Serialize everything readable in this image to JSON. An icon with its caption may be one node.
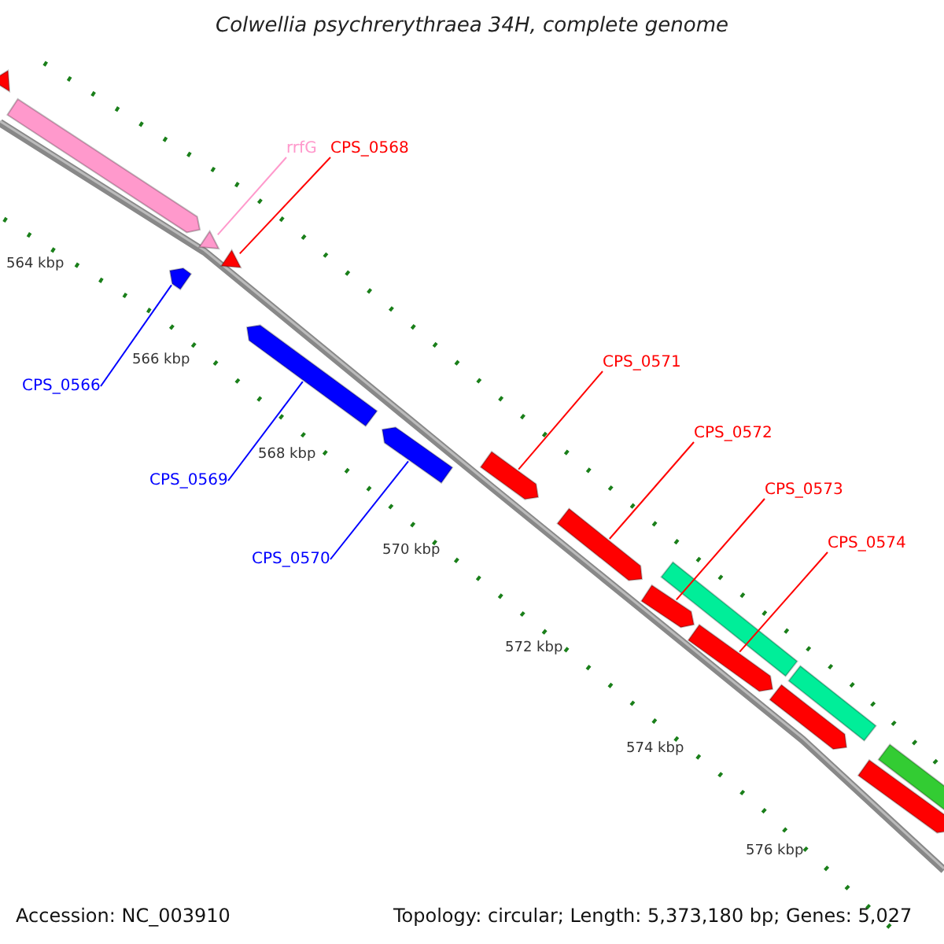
{
  "diagram": {
    "title": "Colwellia psychrerythraea 34H, complete genome",
    "nodes": [
      {
        "text": [
          "rrfG"
        ]
      },
      {
        "text": [
          "CPS_0568"
        ]
      },
      {
        "text": [
          "CPS_0571"
        ]
      },
      {
        "text": [
          "CPS_0566"
        ]
      },
      {
        "text": [
          "CPS_0572"
        ]
      },
      {
        "text": [
          "CPS_0569"
        ]
      },
      {
        "text": [
          "CPS_0573"
        ]
      },
      {
        "text": [
          "CPS_0574"
        ]
      },
      {
        "text": [
          "CPS_0570"
        ]
      },
      {
        "text": [],
        "shape": "arrow"
      },
      {
        "text": [],
        "shape": "arrow"
      },
      {
        "text": [],
        "shape": "arrow"
      },
      {
        "text": [],
        "shape": "arrow"
      },
      {
        "text": [],
        "shape": "arrow"
      },
      {
        "text": [],
        "shape": "arrow"
      },
      {
        "text": [],
        "shape": "arrow"
      },
      {
        "text": [],
        "shape": "arrow"
      },
      {
        "text": [],
        "shape": "arrow"
      },
      {
        "text": [],
        "shape": "arrow"
      },
      {
        "text": [],
        "shape": "arrow"
      },
      {
        "text": [],
        "shape": "arrow"
      },
      {
        "text": [],
        "shape": "arrow"
      },
      {
        "text": [],
        "shape": "arrow"
      },
      {
        "text": [],
        "shape": "arrow"
      },
      {
        "text": [],
        "shape": "arrow"
      }
    ],
    "edges": [
      {
        "from": 0,
        "to": 12,
        "arrow": "none",
        "color": "#ff99cc"
      },
      {
        "from": 1,
        "to": 13,
        "arrow": "none"
      },
      {
        "from": 2,
        "to": 16,
        "arrow": "none"
      },
      {
        "from": 3,
        "to": 11,
        "arrow": "none",
        "color": "#0000ff"
      },
      {
        "from": 4,
        "to": 17,
        "arrow": "none"
      },
      {
        "from": 5,
        "to": 14,
        "arrow": "none",
        "color": "#0000ff"
      },
      {
        "from": 6,
        "to": 18,
        "arrow": "none"
      },
      {
        "from": 7,
        "to": 20,
        "arrow": "none"
      },
      {
        "from": 8,
        "to": 15,
        "arrow": "none",
        "color": "#0000ff"
      }
    ],
    "labels": [
      "564 kbp",
      "566 kbp",
      "568 kbp",
      "570 kbp",
      "572 kbp",
      "574 kbp",
      "576 kbp",
      "Accession: NC_003910",
      "Topology: circular; Length: 5,373,180 bp; Genes: 5,027"
    ]
  }
}
